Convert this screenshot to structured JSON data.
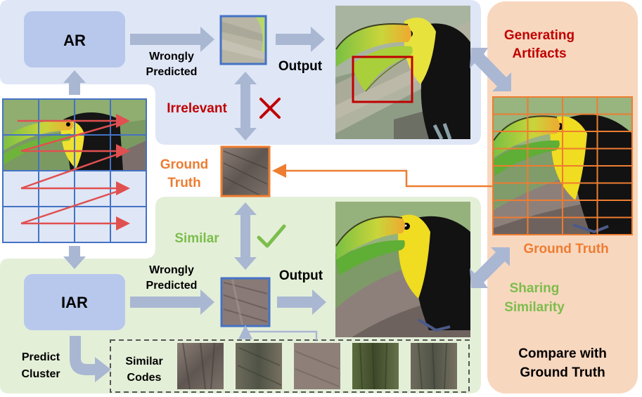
{
  "ar": {
    "box_label": "AR",
    "wrong_line1": "Wrongly",
    "wrong_line2": "Predicted",
    "output": "Output",
    "irrelevant": "Irrelevant"
  },
  "ground_truth": {
    "line1": "Ground",
    "line2": "Truth"
  },
  "iar": {
    "box_label": "IAR",
    "wrong_line1": "Wrongly",
    "wrong_line2": "Predicted",
    "output": "Output",
    "similar": "Similar",
    "predict_line1": "Predict",
    "predict_line2": "Cluster",
    "codes_line1": "Similar",
    "codes_line2": "Codes"
  },
  "right_panel": {
    "gen_line1": "Generating",
    "gen_line2": "Artifacts",
    "gt_label": "Ground Truth",
    "share_line1": "Sharing",
    "share_line2": "Similarity",
    "compare_line1": "Compare with",
    "compare_line2": "Ground Truth"
  },
  "colors": {
    "ar_bg": "#dfe6f6",
    "iar_bg": "#e4efd8",
    "right_bg": "#f8d7bf",
    "box_blue": "#b8c8ec",
    "arrow_gray": "#a9b7d3",
    "red": "#c00000",
    "orange": "#ed7d31",
    "green": "#7cbd4c",
    "grid_blue": "#4472c4"
  }
}
